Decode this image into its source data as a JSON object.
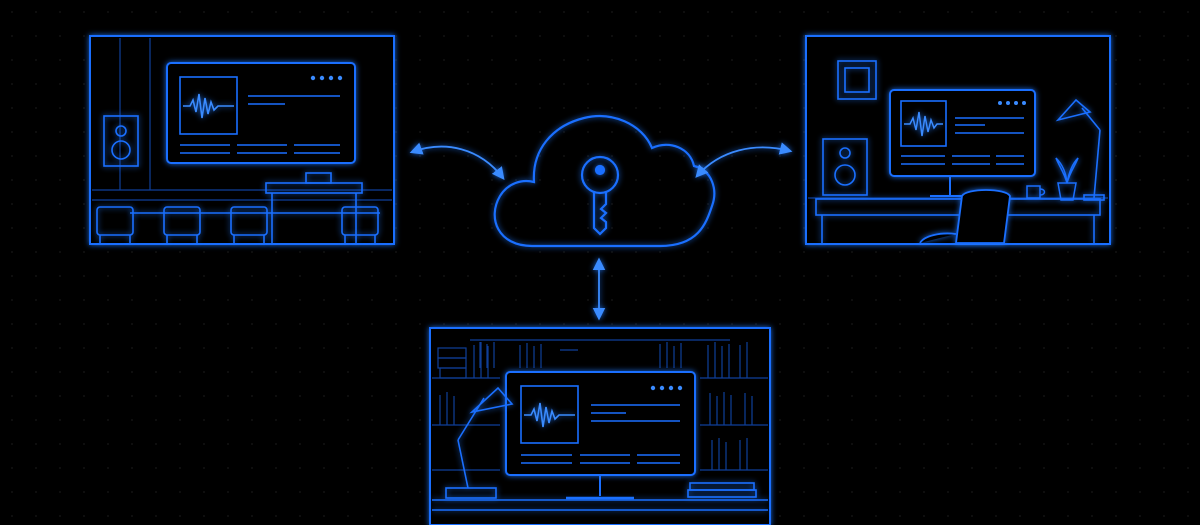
{
  "colors": {
    "background": "#000000",
    "accent": "#1a6fff",
    "accent_bright": "#3a8bff",
    "accent_dim": "#0f3f99",
    "grid_dot": "#1a1a1a"
  },
  "nodes": [
    {
      "id": "meeting-room",
      "scene": "conference-room",
      "icons": [
        "speaker-icon",
        "audio-waveform-icon",
        "window-dots-icon"
      ]
    },
    {
      "id": "home-office",
      "scene": "desk-with-lamp",
      "icons": [
        "speaker-icon",
        "audio-waveform-icon",
        "desk-lamp-icon",
        "potted-plant-icon",
        "coffee-mug-icon",
        "office-chair-icon",
        "picture-frame-icon"
      ]
    },
    {
      "id": "library-desk",
      "scene": "bookshelves-desk",
      "icons": [
        "audio-waveform-icon",
        "desk-lamp-icon",
        "book-stack-icon",
        "window-dots-icon"
      ]
    }
  ],
  "hub": {
    "id": "cloud-key-hub",
    "icons": [
      "cloud-icon",
      "key-icon"
    ]
  },
  "connections": [
    {
      "from": "cloud-key-hub",
      "to": "meeting-room",
      "direction": "bidirectional"
    },
    {
      "from": "cloud-key-hub",
      "to": "home-office",
      "direction": "bidirectional"
    },
    {
      "from": "cloud-key-hub",
      "to": "library-desk",
      "direction": "bidirectional"
    }
  ]
}
